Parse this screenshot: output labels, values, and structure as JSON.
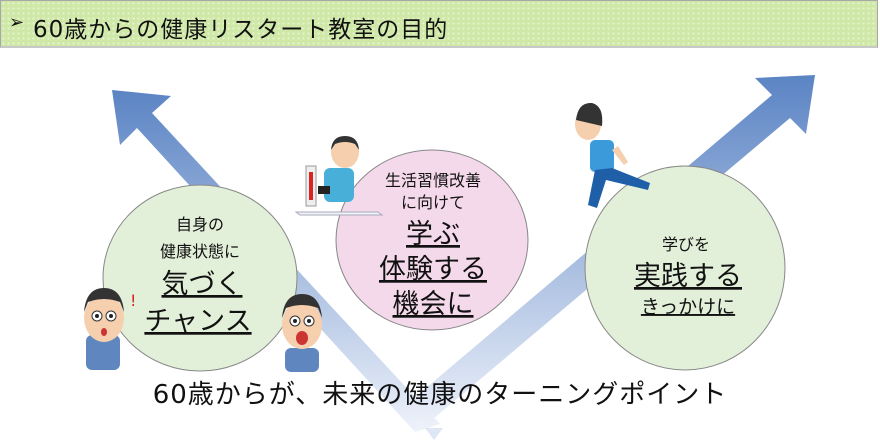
{
  "header": {
    "bullet_icon": "arrowhead-bullet-icon",
    "bullet": "➢",
    "title": "60歳からの健康リスタート教室の目的"
  },
  "left_circle": {
    "line1": "自身の",
    "line2": "健康状態に",
    "emphasis1": "気づく",
    "emphasis2": "チャンス",
    "color": "#e2efd9"
  },
  "middle_circle": {
    "line1": "生活習慣改善",
    "line2": "に向けて",
    "emphasis1": "学ぶ",
    "emphasis2": "体験する",
    "emphasis3": "機会に",
    "color": "#f4d9ea"
  },
  "right_circle": {
    "line1": "学びを",
    "emphasis1": "実践する",
    "emphasis2": "きっかけに",
    "color": "#e2efd9"
  },
  "exclamation": "!",
  "footer": {
    "text": "60歳からが、未来の健康のターニングポイント"
  },
  "colors": {
    "arrow": "#5b84c4",
    "arrow_light": "#dfe7f4"
  }
}
